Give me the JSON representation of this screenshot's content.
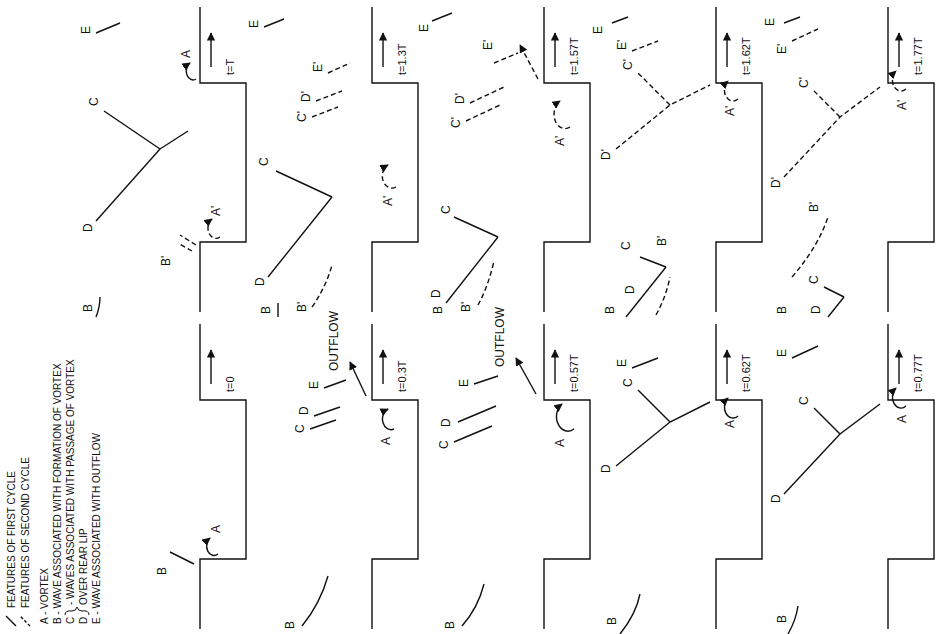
{
  "diagram": {
    "labels": [
      "A - VORTEX",
      "B - WAVE ASSOCIATED WITH FORMATION OF VORTEX",
      "C",
      "D",
      "- WAVES ASSOCIATED WITH PASSAGE OF VORTEX OVER REAR LIP",
      "E - WAVE ASSOCIATED WITH OUTFLOW",
      "t=0",
      "B",
      "A",
      "t=0.3T",
      "B",
      "C",
      "D",
      "E",
      "OUTFLOW",
      "A",
      "t=0.57T",
      "B",
      "C",
      "D",
      "E",
      "OUTFLOW",
      "A",
      "t=0.62T",
      "B",
      "D",
      "C",
      "E",
      "A",
      "t=0.77T",
      "B",
      "D",
      "C",
      "E",
      "A",
      "t=T",
      "B",
      "D",
      "C",
      "E",
      "A",
      "B'",
      "A'",
      "t=1.3T",
      "B",
      "D",
      "C",
      "E",
      "B'",
      "A'",
      "C'",
      "D'",
      "E'",
      "t=1.57T",
      "B",
      "D",
      "C",
      "E",
      "B'",
      "A'",
      "C'",
      "D'",
      "E'",
      "t=1.62T",
      "B",
      "D",
      "C",
      "E",
      "B'",
      "D'",
      "C'",
      "E'",
      "A'",
      "t=1.77T",
      "B",
      "D",
      "C",
      "E",
      "B'",
      "D'",
      "C'",
      "E'",
      "A'"
    ],
    "legend": [
      {
        "text": "FEATURES OF FIRST CYCLE"
      },
      {
        "text": "FEATURES OF SECOND CYCLE"
      }
    ]
  }
}
